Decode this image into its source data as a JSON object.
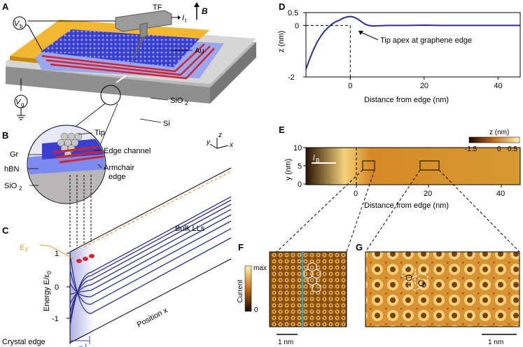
{
  "panels": {
    "A": "A",
    "B": "B",
    "C": "C",
    "D": "D",
    "E": "E",
    "F": "F",
    "G": "G"
  },
  "panel_a": {
    "vb": "V",
    "vb_sub": "b",
    "vg": "V",
    "vg_sub": "g",
    "tf": "TF",
    "it": "I",
    "it_sub": "t",
    "b": "B",
    "au": "Au",
    "sio2": "SiO",
    "sio2_sub": "2",
    "si": "Si"
  },
  "panel_b": {
    "tip": "Tip",
    "gr": "Gr",
    "hbn": "hBN",
    "sio2": "SiO",
    "sio2_sub": "2",
    "edge_channel": "Edge channel",
    "armchair": "Armchair",
    "edge": "edge",
    "axis_y": "y",
    "axis_z": "z",
    "axis_x": "x"
  },
  "panel_c": {
    "ylabel": "Energy E/ε",
    "ylabel_sub": "0",
    "ef": "E",
    "ef_sub": "F",
    "bulk_lls": "Bulk LLs",
    "position": "Position x",
    "crystal_edge": "Crystal edge",
    "lb": "~ l",
    "lb_sub": "B",
    "yticks": [
      "1",
      "0",
      "-1"
    ]
  },
  "chart_data": [
    {
      "type": "line",
      "panel": "D",
      "xlabel": "Distance from edge (nm)",
      "ylabel": "z (nm)",
      "xlim": [
        -12,
        46
      ],
      "ylim": [
        -2,
        0.5
      ],
      "xticks": [
        0,
        20,
        40
      ],
      "yticks": [
        0.5,
        0,
        -2
      ],
      "annotation": "Tip apex at graphene edge",
      "x": [
        -12,
        -11,
        -10,
        -9,
        -8,
        -7,
        -6,
        -5,
        -4,
        -3,
        -2,
        -1,
        0,
        1,
        2,
        3,
        4,
        5,
        6,
        8,
        10,
        15,
        20,
        25,
        30,
        35,
        40,
        46
      ],
      "y": [
        -1.7,
        -1.3,
        -0.95,
        -0.65,
        -0.42,
        -0.22,
        -0.08,
        0.05,
        0.14,
        0.2,
        0.28,
        0.33,
        0.35,
        0.32,
        0.25,
        0.15,
        0.05,
        0.0,
        -0.02,
        -0.01,
        0.0,
        0.0,
        0.01,
        0.0,
        0.0,
        0.0,
        0.0,
        0.0
      ]
    }
  ],
  "panel_e": {
    "xlabel": "Distance from edge (nm)",
    "ylabel": "y (nm)",
    "xticks": [
      "0",
      "20",
      "40"
    ],
    "yticks": [
      "10",
      "5",
      "0"
    ],
    "lb": "l",
    "lb_sub": "B",
    "cbar_label": "z (nm)",
    "cbar_ticks": [
      "-1.5",
      "0",
      "0.5"
    ]
  },
  "panel_f": {
    "cbar_label": "Current",
    "cbar_max": "max",
    "cbar_min": "0",
    "scale": "1 nm"
  },
  "panel_g": {
    "scale": "1 nm"
  },
  "colors": {
    "blue_line": "#2b2f8f",
    "gold": "#f2b631",
    "afm_dark": "#3a1e05",
    "afm_light": "#e8a83a",
    "edge_red": "#d6232a",
    "orange_dash": "#e99a3c"
  }
}
